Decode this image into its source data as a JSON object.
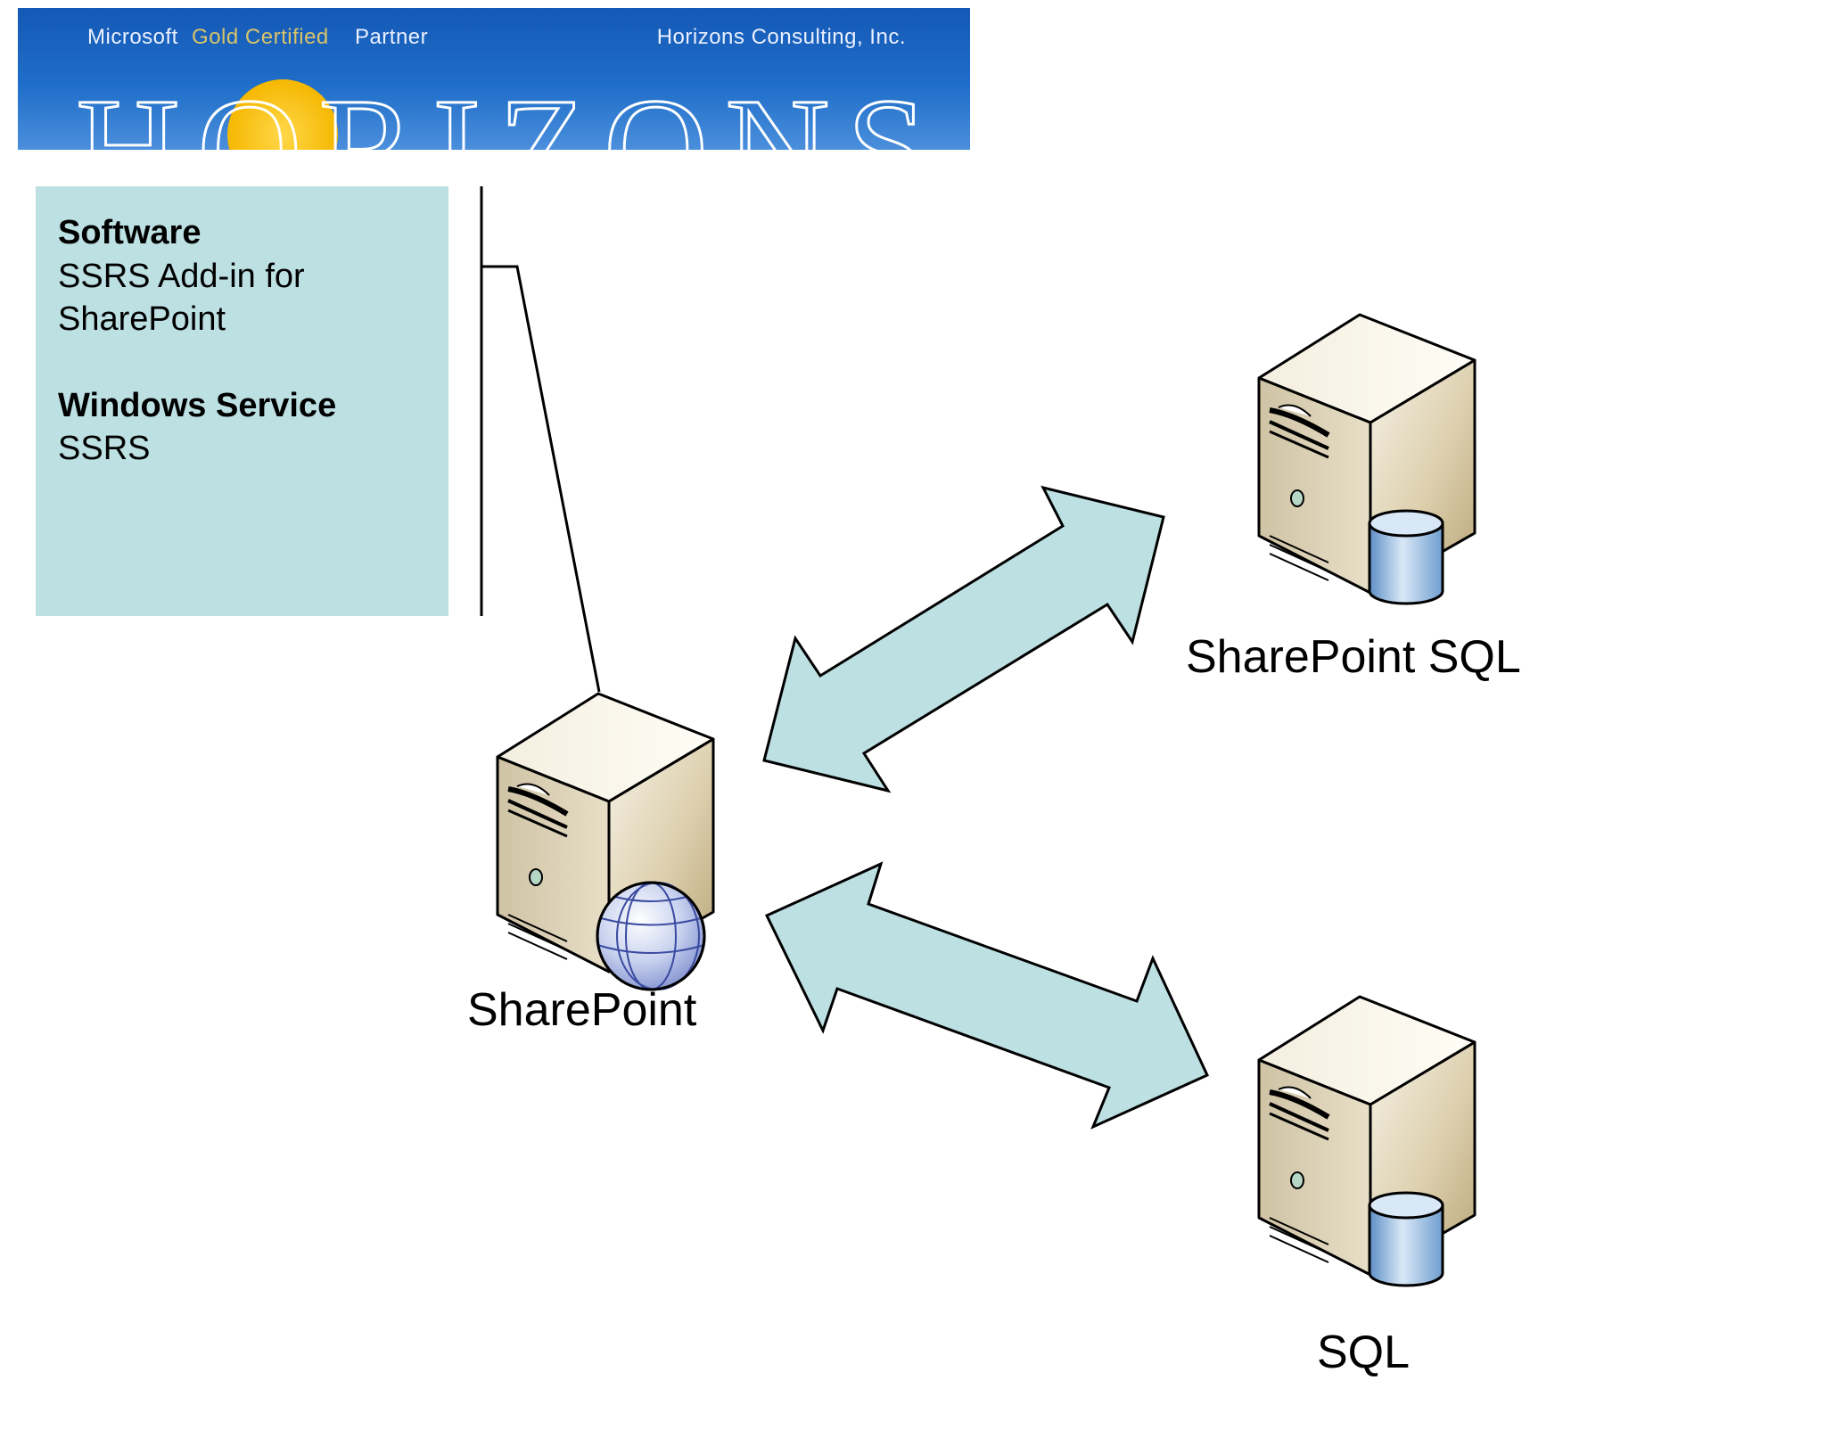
{
  "banner": {
    "text_microsoft": "Microsoft",
    "text_gold_certified": "Gold Certified",
    "text_partner": "Partner",
    "text_company": "Horizons Consulting, Inc.",
    "logo_text": "HORIZONS",
    "colors": {
      "background": "#1f6ec9",
      "sun": "#f7c21a",
      "gold_text": "#d8c36a"
    }
  },
  "info_box": {
    "software_heading": "Software",
    "software_line1": "SSRS Add-in for",
    "software_line2": "SharePoint",
    "service_heading": "Windows Service",
    "service_line1": "SSRS",
    "color": "#bde0e3"
  },
  "servers": {
    "sharepoint": {
      "label": "SharePoint",
      "icon": "web-server-globe-icon"
    },
    "sharepoint_sql": {
      "label": "SharePoint SQL",
      "icon": "database-server-icon"
    },
    "sql": {
      "label": "SQL",
      "icon": "database-server-icon"
    }
  },
  "connectors": {
    "arrow_color": "#bde0e3",
    "arrows": [
      "sharepoint <-> sharepoint-sql",
      "sharepoint <-> sql"
    ]
  }
}
